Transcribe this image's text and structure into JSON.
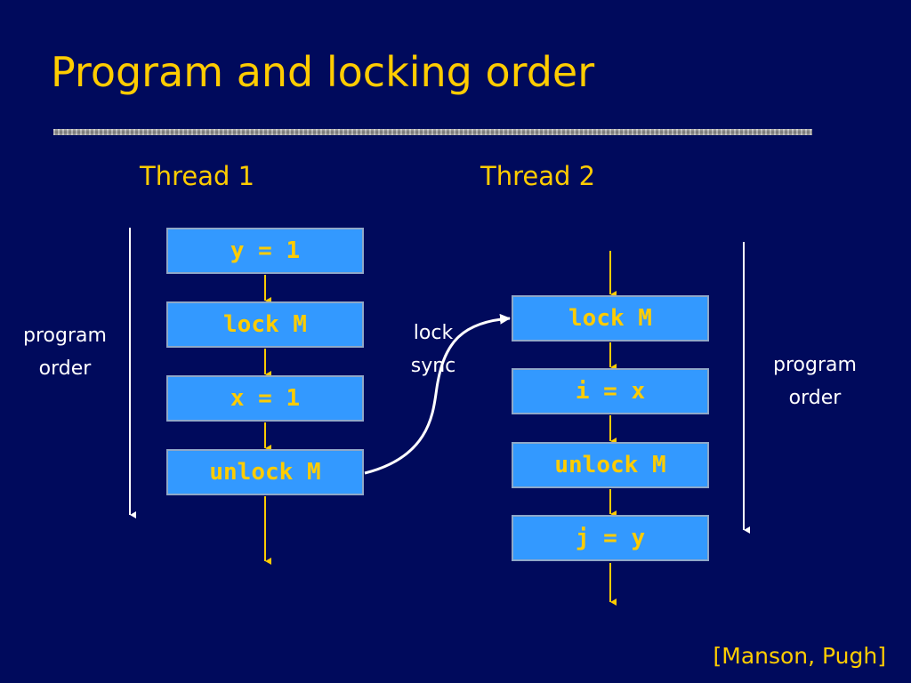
{
  "slide": {
    "title": "Program and locking order",
    "citation": "[Manson, Pugh]"
  },
  "threads": [
    {
      "label": "Thread 1",
      "statements": [
        "y = 1",
        "lock M",
        "x = 1",
        "unlock M"
      ]
    },
    {
      "label": "Thread 2",
      "statements": [
        "lock M",
        "i = x",
        "unlock M",
        "j = y"
      ]
    }
  ],
  "annotations": {
    "program_order_left": [
      "program",
      "order"
    ],
    "program_order_right": [
      "program",
      "order"
    ],
    "lock_sync": [
      "lock",
      "sync"
    ]
  },
  "colors": {
    "background": "#000a5c",
    "title": "#ffcc00",
    "statement_box": "#3399ff",
    "statement_text": "#ffcc00",
    "flow_arrow": "#ffcc00",
    "order_arrow": "#ffffff",
    "sync_arrow": "#ffffff"
  }
}
